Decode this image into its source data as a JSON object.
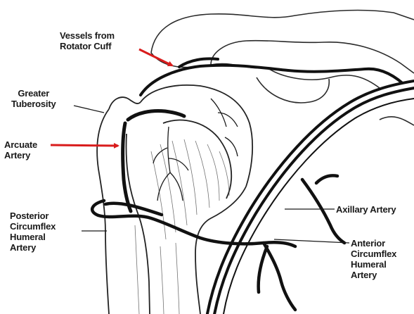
{
  "labels": {
    "vessels_rotator_cuff": {
      "line1": "Vessels from",
      "line2": "Rotator Cuff"
    },
    "greater_tuberosity": {
      "line1": "Greater",
      "line2": "Tuberosity"
    },
    "arcuate_artery": {
      "line1": "Arcuate",
      "line2": "Artery"
    },
    "posterior_circumflex": {
      "line1": "Posterior",
      "line2": "Circumflex",
      "line3": "Humeral",
      "line4": "Artery"
    },
    "axillary_artery": {
      "line1": "Axillary Artery"
    },
    "anterior_circumflex": {
      "line1": "Anterior",
      "line2": "Circumflex",
      "line3": "Humeral",
      "line4": "Artery"
    }
  },
  "colors": {
    "ink": "#1a1a1a",
    "pointer_arrow": "#d91c1c"
  }
}
